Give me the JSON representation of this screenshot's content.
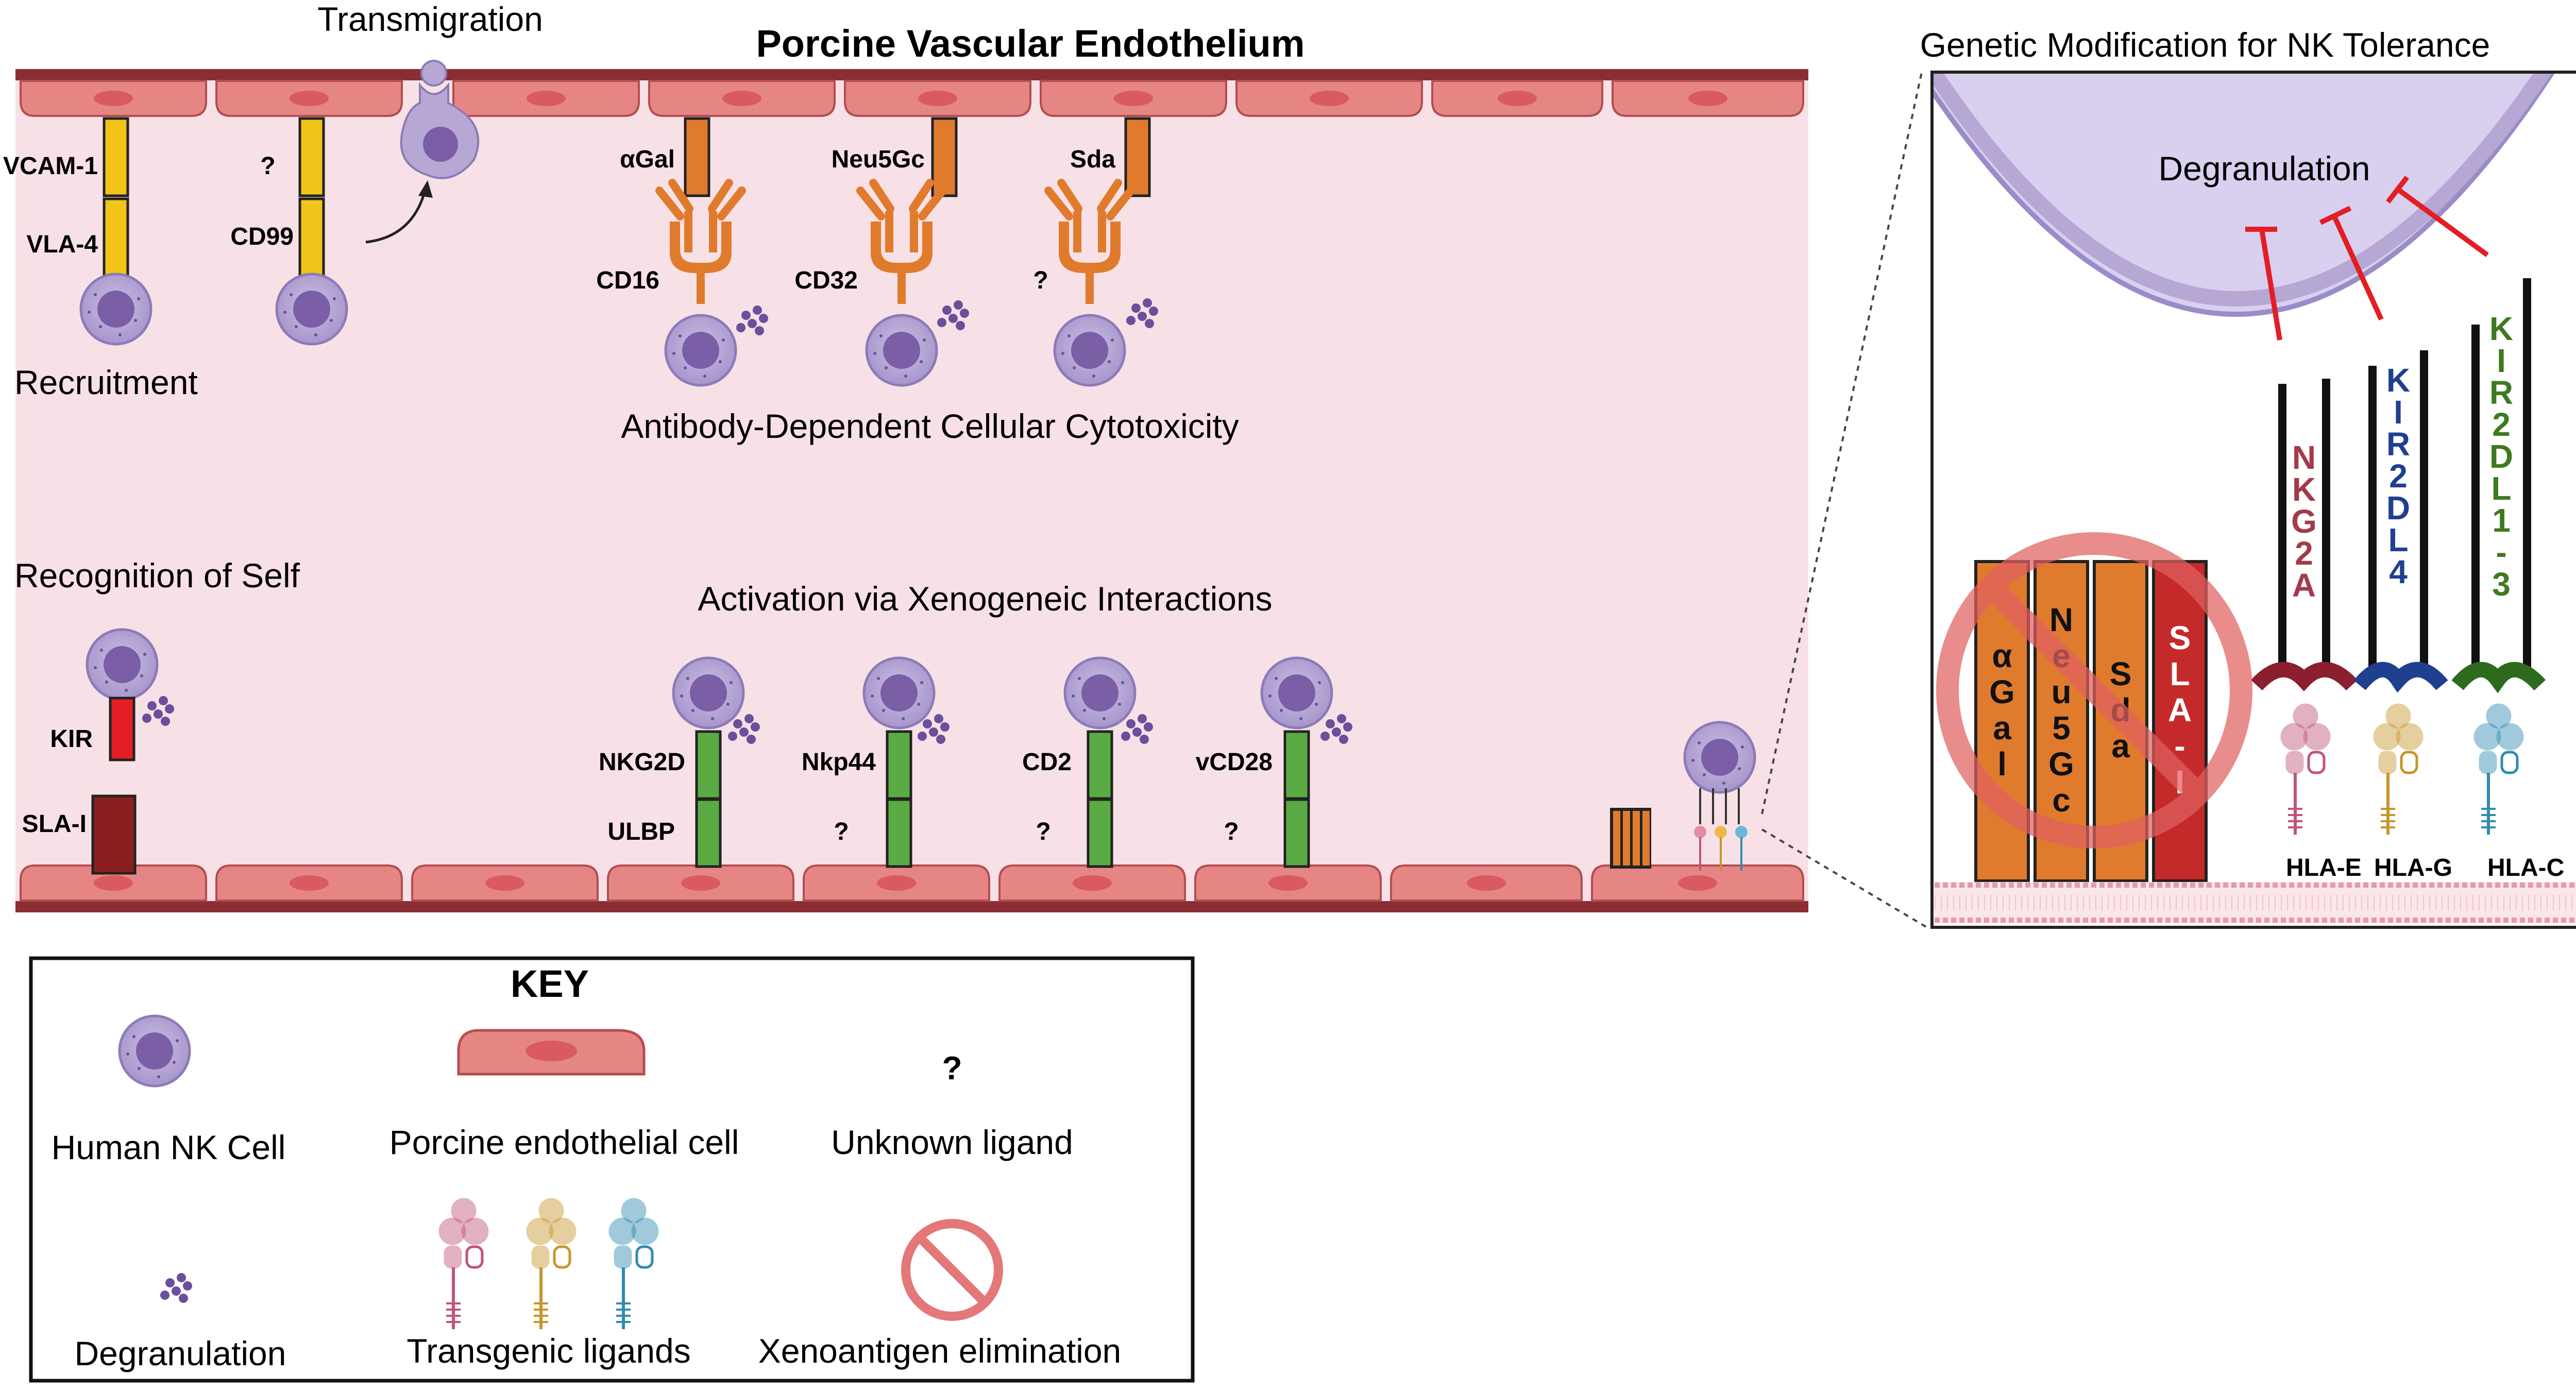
{
  "main_title": "Porcine Vascular Endothelium",
  "transmigration": "Transmigration",
  "recruitment": "Recruitment",
  "adcc": "Antibody-Dependent Cellular Cytotoxicity",
  "recognition_self": "Recognition of Self",
  "activation_xeno": "Activation via Xenogeneic Interactions",
  "labels": {
    "vcam1": "VCAM-1",
    "vla4": "VLA-4",
    "cd99_q": "?",
    "cd99": "CD99",
    "agal": "αGal",
    "neu5gc": "Neu5Gc",
    "sda": "Sda",
    "cd16": "CD16",
    "cd32": "CD32",
    "sda_q": "?",
    "kir": "KIR",
    "slai": "SLA-I",
    "nkg2d": "NKG2D",
    "ulbp": "ULBP",
    "nkp44": "Nkp44",
    "nkp44_q": "?",
    "cd2": "CD2",
    "cd2_q": "?",
    "vcd28": "vCD28",
    "vcd28_q": "?"
  },
  "inset": {
    "title": "Genetic Modification for NK Tolerance",
    "degranulation": "Degranulation",
    "bars": [
      "αGal",
      "Neu5Gc",
      "Sda",
      "SLA-I"
    ],
    "receptors": [
      {
        "name": "NKG2A",
        "color": "#a33a4a"
      },
      {
        "name": "KIR2DL4",
        "color": "#1f3f8f"
      },
      {
        "name": "KIR2DL1-3",
        "color": "#3e7a20"
      }
    ],
    "ligands": [
      "HLA-E",
      "HLA-G",
      "HLA-C"
    ]
  },
  "key": {
    "title": "KEY",
    "nk_cell": "Human NK Cell",
    "endothelial": "Porcine endothelial cell",
    "unknown_symbol": "?",
    "unknown": "Unknown ligand",
    "degranulation": "Degranulation",
    "transgenic": "Transgenic ligands",
    "elimination": "Xenoantigen elimination"
  },
  "colors": {
    "background_pink": "#f8e1e6",
    "endothelial_cell": "#e58684",
    "nk_cell": "#b6a7d4",
    "nucleus": "#7a5ea6",
    "adhesion": "#f0c419",
    "antibody": "#e07b2e",
    "activation": "#5bab45",
    "inhibitory": "#e31e24",
    "sla": "#8b1f1f",
    "elimination_sign": "#e06060"
  }
}
